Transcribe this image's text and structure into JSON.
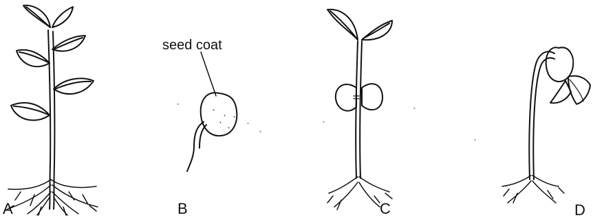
{
  "diagram": {
    "stages": [
      {
        "label": "A"
      },
      {
        "label": "B"
      },
      {
        "label": "C"
      },
      {
        "label": "D"
      }
    ],
    "callouts": [
      {
        "label": "seed coat"
      }
    ]
  }
}
